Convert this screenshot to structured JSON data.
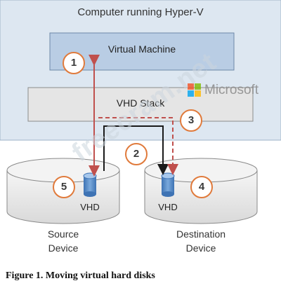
{
  "host": {
    "title": "Computer running Hyper-V"
  },
  "vm": {
    "label": "Virtual Machine"
  },
  "stack": {
    "label": "VHD Stack"
  },
  "steps": [
    "1",
    "2",
    "3",
    "4",
    "5"
  ],
  "source": {
    "disk_label": "VHD",
    "device_line1": "Source",
    "device_line2": "Device"
  },
  "destination": {
    "disk_label": "VHD",
    "device_line1": "Destination",
    "device_line2": "Device"
  },
  "branding": {
    "logo_text": "Microsoft"
  },
  "watermark": {
    "text": "freecram.net"
  },
  "caption": {
    "text": "Figure 1. Moving virtual hard disks"
  },
  "colors": {
    "host_bg": "#dde7f1",
    "vm_fill": "#b9cde4",
    "stack_fill": "#e5e5e5",
    "arrow_red": "#c0504d",
    "arrow_black": "#1a1a1a",
    "badge_border": "#e07a3b",
    "cylinder_blue": "#4f86c6"
  }
}
